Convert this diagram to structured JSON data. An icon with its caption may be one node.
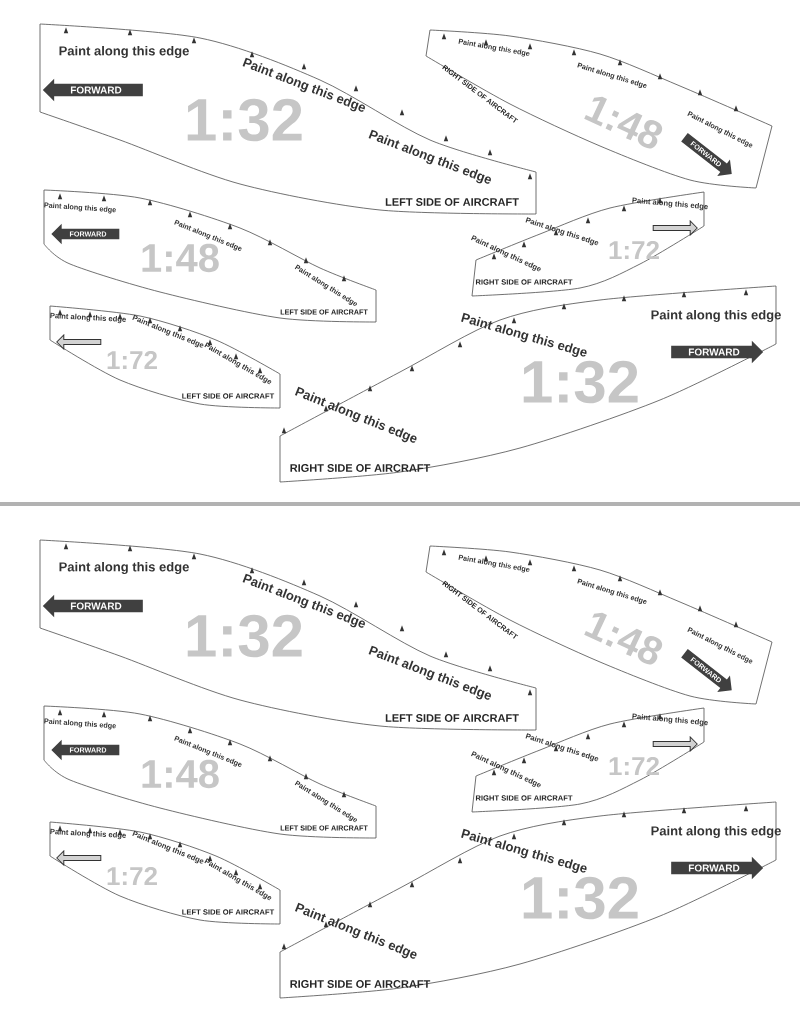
{
  "diagram": {
    "nodes": [
      {
        "text": [
          "Paint along this edge",
          "Paint along this edge",
          "1:32",
          "Paint along this edge",
          "LEFT SIDE OF AIRCRAFT"
        ]
      },
      {
        "text": [
          "FORWARD"
        ],
        "in": 0
      },
      {
        "text": [
          "Paint along this edge",
          "Paint along this edge",
          "RIGHT SIDE OF AIRCRAFT",
          "1:48",
          "Paint along this edge"
        ]
      },
      {
        "text": [
          "FORWARD"
        ],
        "in": 2
      },
      {
        "text": [
          "Paint along this edge",
          "Paint along this edge",
          "1:48",
          "Paint along this edge",
          "LEFT SIDE OF AIRCRAFT"
        ]
      },
      {
        "text": [
          "FORWARD"
        ],
        "in": 4
      },
      {
        "text": [
          "Paint along this edge",
          "Paint along this edge",
          "Paint along this edge",
          "1:72",
          "RIGHT SIDE OF AIRCRAFT"
        ]
      },
      {
        "text": [
          "Paint along this edge",
          "Paint along this edge",
          "1:72",
          "Paint along this edge",
          "LEFT SIDE OF AIRCRAFT"
        ]
      },
      {
        "text": [
          "Paint along this edge",
          "Paint along this edge",
          "1:32",
          "Paint along this edge",
          "RIGHT SIDE OF AIRCRAFT"
        ]
      },
      {
        "text": [
          "FORWARD"
        ],
        "in": 8
      },
      {
        "text": [
          "Paint along this edge",
          "Paint along this edge",
          "1:32",
          "Paint along this edge",
          "LEFT SIDE OF AIRCRAFT"
        ]
      },
      {
        "text": [
          "FORWARD"
        ],
        "in": 10
      },
      {
        "text": [
          "Paint along this edge",
          "Paint along this edge",
          "RIGHT SIDE OF AIRCRAFT",
          "1:48",
          "Paint along this edge"
        ]
      },
      {
        "text": [
          "FORWARD"
        ],
        "in": 12
      },
      {
        "text": [
          "Paint along this edge",
          "Paint along this edge",
          "1:48",
          "Paint along this edge",
          "LEFT SIDE OF AIRCRAFT"
        ]
      },
      {
        "text": [
          "FORWARD"
        ],
        "in": 14
      },
      {
        "text": [
          "Paint along this edge",
          "Paint along this edge",
          "Paint along this edge",
          "1:72",
          "RIGHT SIDE OF AIRCRAFT"
        ]
      },
      {
        "text": [
          "Paint along this edge",
          "Paint along this edge",
          "1:72",
          "Paint along this edge",
          "LEFT SIDE OF AIRCRAFT"
        ]
      },
      {
        "text": [
          "Paint along this edge",
          "Paint along this edge",
          "1:32",
          "Paint along this edge",
          "RIGHT SIDE OF AIRCRAFT"
        ]
      },
      {
        "text": [
          "FORWARD"
        ],
        "in": 18
      }
    ]
  }
}
